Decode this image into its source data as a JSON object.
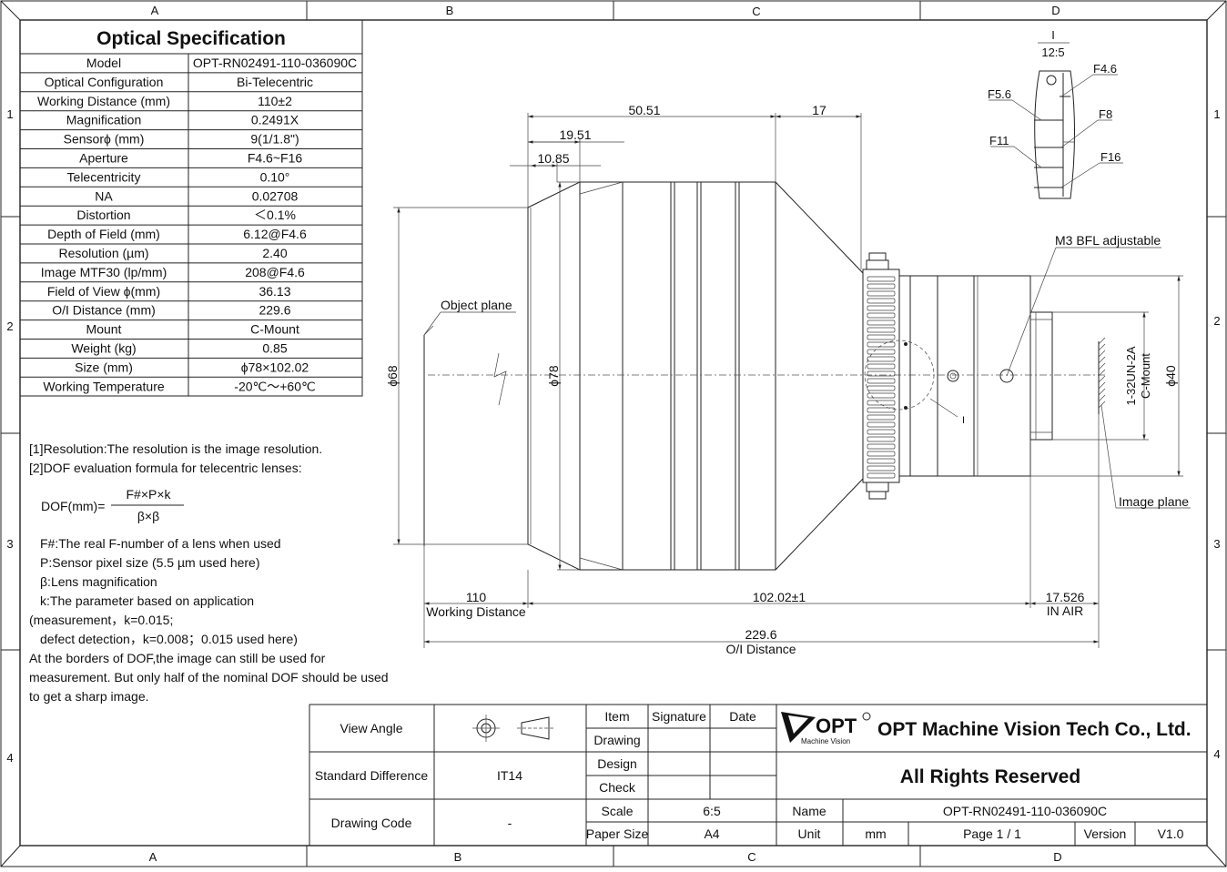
{
  "border": {
    "cols": [
      "A",
      "B",
      "C",
      "D"
    ],
    "rows": [
      "1",
      "2",
      "3",
      "4"
    ]
  },
  "spec": {
    "title": "Optical Specification",
    "rows": [
      [
        "Model",
        "OPT-RN02491-110-036090C"
      ],
      [
        "Optical Configuration",
        "Bi-Telecentric"
      ],
      [
        "Working Distance (mm)",
        "110±2"
      ],
      [
        "Magnification",
        "0.2491X"
      ],
      [
        "Sensorϕ (mm)",
        "9(1/1.8\")"
      ],
      [
        "Aperture",
        "F4.6~F16"
      ],
      [
        "Telecentricity",
        "0.10°"
      ],
      [
        "NA",
        "0.02708"
      ],
      [
        "Distortion",
        "＜0.1%"
      ],
      [
        "Depth of Field (mm)",
        "6.12@F4.6"
      ],
      [
        "Resolution (µm)",
        "2.40"
      ],
      [
        "Image MTF30 (lp/mm)",
        "208@F4.6"
      ],
      [
        "Field of View ϕ(mm)",
        "36.13"
      ],
      [
        "O/I Distance (mm)",
        "229.6"
      ],
      [
        "Mount",
        "C-Mount"
      ],
      [
        "Weight (kg)",
        "0.85"
      ],
      [
        "Size (mm)",
        "ϕ78×102.02"
      ],
      [
        "Working Temperature",
        "-20℃～+60℃"
      ]
    ]
  },
  "notes": {
    "n1": "[1]Resolution:The resolution is  the image resolution.",
    "n2": "[2]DOF evaluation formula for telecentric lenses:",
    "formula_lhs": "DOF(mm)=",
    "formula_num": "F#×P×k",
    "formula_den": "β×β",
    "l1": "F#:The real F-number of a lens when used",
    "l2": "P:Sensor pixel size (5.5 µm used here)",
    "l3": "β:Lens magnification",
    "l4": "k:The parameter based on application",
    "l5": "(measurement，k=0.015;",
    "l6": "defect detection，k=0.008；0.015 used here)",
    "l7": "At the borders of DOF,the image can still be used for",
    "l8": "measurement. But only half of the nominal DOF should be used",
    "l9": "to get a sharp image."
  },
  "drawing": {
    "dim_50_51": "50.51",
    "dim_17": "17",
    "dim_19_51": "19.51",
    "dim_10_85": "10.85",
    "dia_68": "ϕ68",
    "dia_78": "ϕ78",
    "dia_40": "ϕ40",
    "thread": "1-32UN-2A",
    "cmount": "C-Mount",
    "object_plane": "Object plane",
    "image_plane": "Image plane",
    "bfl": "M3 BFL adjustable",
    "detail_label": "I",
    "detail_ref": "I",
    "detail_scale": "12:5",
    "f46": "F4.6",
    "f56": "F5.6",
    "f8": "F8",
    "f11": "F11",
    "f16": "F16",
    "dim_110": "110",
    "working_distance": "Working Distance",
    "dim_102": "102.02±1",
    "dim_17526": "17.526",
    "in_air": "IN AIR",
    "dim_2296": "229.6",
    "oi_distance": "O/I Distance"
  },
  "titleblock": {
    "view_angle": "View Angle",
    "standard_difference": "Standard Difference",
    "std_value": "IT14",
    "drawing_code": "Drawing Code",
    "code_value": "-",
    "item": "Item",
    "signature": "Signature",
    "date": "Date",
    "drawing": "Drawing",
    "design": "Design",
    "check": "Check",
    "scale": "Scale",
    "scale_value": "6:5",
    "paper_size": "Paper Size",
    "paper_value": "A4",
    "logo_text": "OPT",
    "logo_sub": "Machine Vision",
    "company": "OPT Machine Vision Tech Co., Ltd.",
    "rights": "All Rights Reserved",
    "name": "Name",
    "name_value": "OPT-RN02491-110-036090C",
    "unit": "Unit",
    "unit_value": "mm",
    "page": "Page  1 / 1",
    "version": "Version",
    "version_value": "V1.0"
  }
}
